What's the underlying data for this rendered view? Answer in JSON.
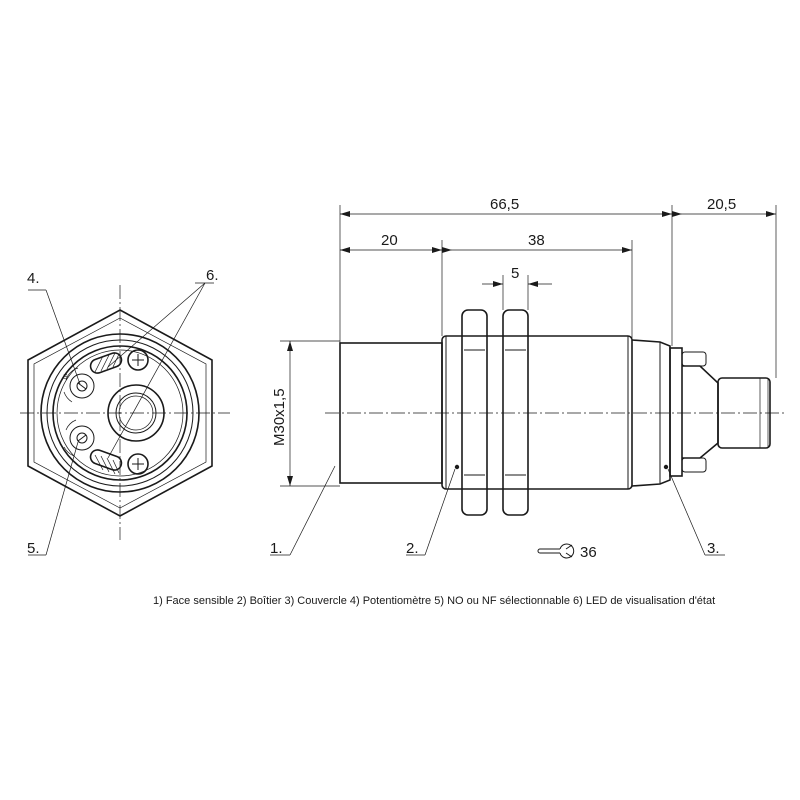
{
  "dimensions": {
    "overall_length": "66,5",
    "connector_length": "20,5",
    "sensing_face_length": "20",
    "housing_thread_length": "38",
    "nut_width": "5",
    "thread_size": "M30x1,5",
    "wrench_size": "36"
  },
  "callouts": {
    "c1": "1.",
    "c2": "2.",
    "c3": "3.",
    "c4": "4.",
    "c5": "5.",
    "c6": "6."
  },
  "legend": "1) Face sensible  2) Boîtier  3) Couvercle  4) Potentiomètre  5) NO ou NF sélectionnable  6) LED de visualisation d'état"
}
